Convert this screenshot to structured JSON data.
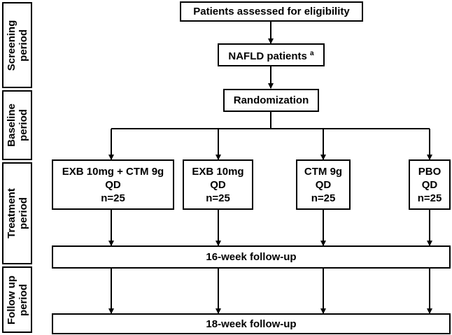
{
  "periods": [
    {
      "line1": "Screening",
      "line2": "period"
    },
    {
      "line1": "Baseline",
      "line2": "period"
    },
    {
      "line1": "Treatment",
      "line2": "period"
    },
    {
      "line1": "Follow up",
      "line2": "period"
    }
  ],
  "boxes": {
    "eligibility": "Patients assessed for eligibility",
    "nafld": "NAFLD patients",
    "nafld_sup": "a",
    "randomization": "Randomization",
    "followup16": "16-week follow-up",
    "followup18": "18-week follow-up"
  },
  "arms": [
    {
      "name": "EXB 10mg + CTM 9g",
      "dose": "QD",
      "n": "n=25"
    },
    {
      "name": "EXB 10mg",
      "dose": "QD",
      "n": "n=25"
    },
    {
      "name": "CTM 9g",
      "dose": "QD",
      "n": "n=25"
    },
    {
      "name": "PBO",
      "dose": "QD",
      "n": "n=25"
    }
  ]
}
